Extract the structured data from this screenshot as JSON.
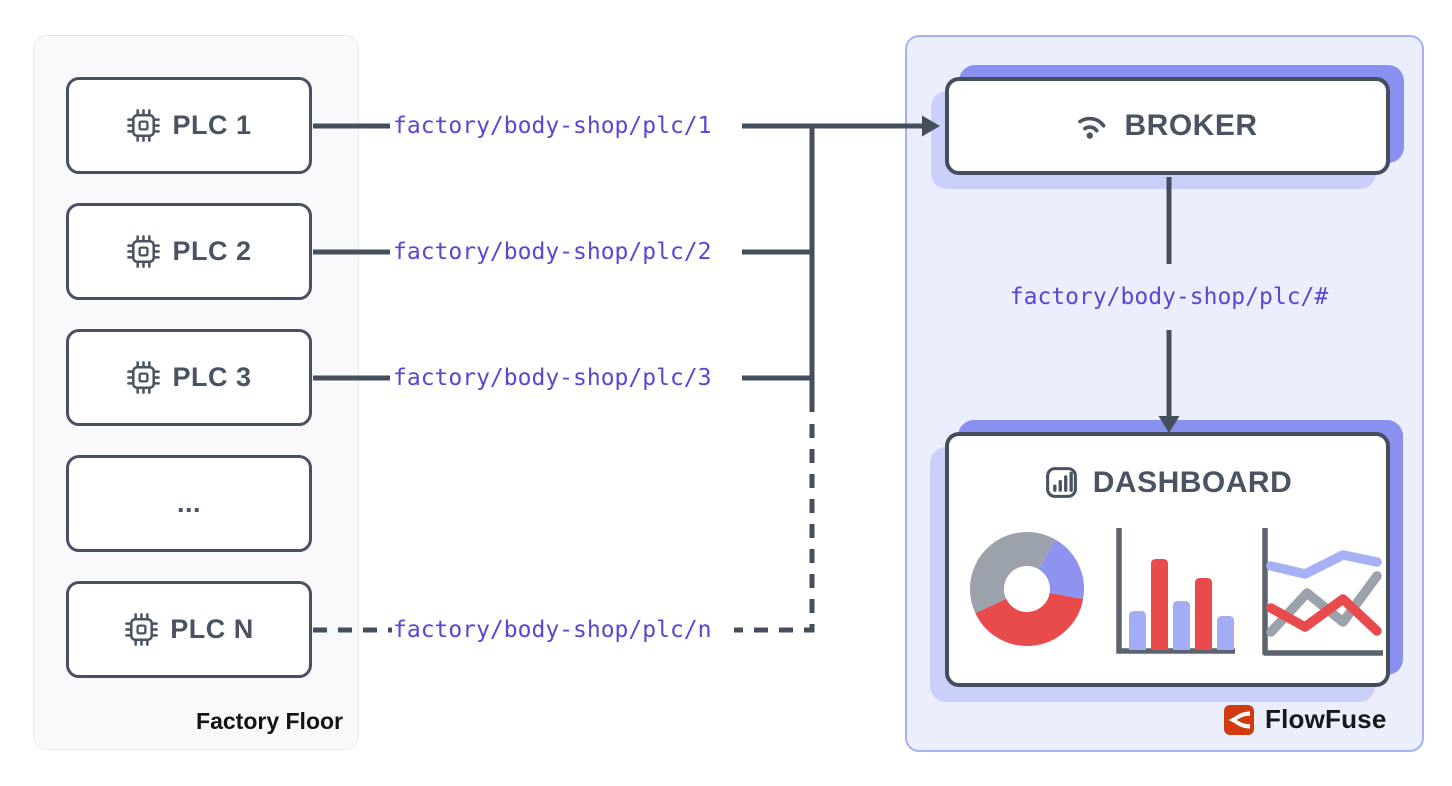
{
  "factory": {
    "label": "Factory Floor",
    "plcs": [
      {
        "label": "PLC 1",
        "icon": "chip-icon"
      },
      {
        "label": "PLC 2",
        "icon": "chip-icon"
      },
      {
        "label": "PLC 3",
        "icon": "chip-icon"
      },
      {
        "label": "...",
        "icon": "none"
      },
      {
        "label": "PLC N",
        "icon": "chip-icon"
      }
    ]
  },
  "topics": {
    "plc1": "factory/body-shop/plc/1",
    "plc2": "factory/body-shop/plc/2",
    "plc3": "factory/body-shop/plc/3",
    "plcn": "factory/body-shop/plc/n",
    "wildcard": "factory/body-shop/plc/#"
  },
  "broker": {
    "label": "BROKER",
    "icon": "broadcast-icon"
  },
  "dashboard": {
    "label": "DASHBOARD",
    "icon": "bar-chart-icon",
    "charts": [
      "donut-chart",
      "bar-chart",
      "line-chart"
    ]
  },
  "brand": {
    "label": "FlowFuse",
    "icon": "flowfuse-mark"
  },
  "colors": {
    "slate_line": "#454E5D",
    "slate_text": "#4A5362",
    "topic_purple": "#5847D3",
    "left_panel_bg": "#F8F9FB",
    "left_panel_border": "#E7E9F0",
    "right_panel_bg": "#EBEEFC",
    "right_panel_border": "#A8B0F5",
    "periwinkle_strong": "#8A90F0",
    "periwinkle_light": "#CBD0FA",
    "chart_red": "#E94B4D",
    "chart_periwinkle": "#A3ACF4",
    "chart_gray": "#9CA2AC",
    "brand_red": "#D23B10"
  }
}
